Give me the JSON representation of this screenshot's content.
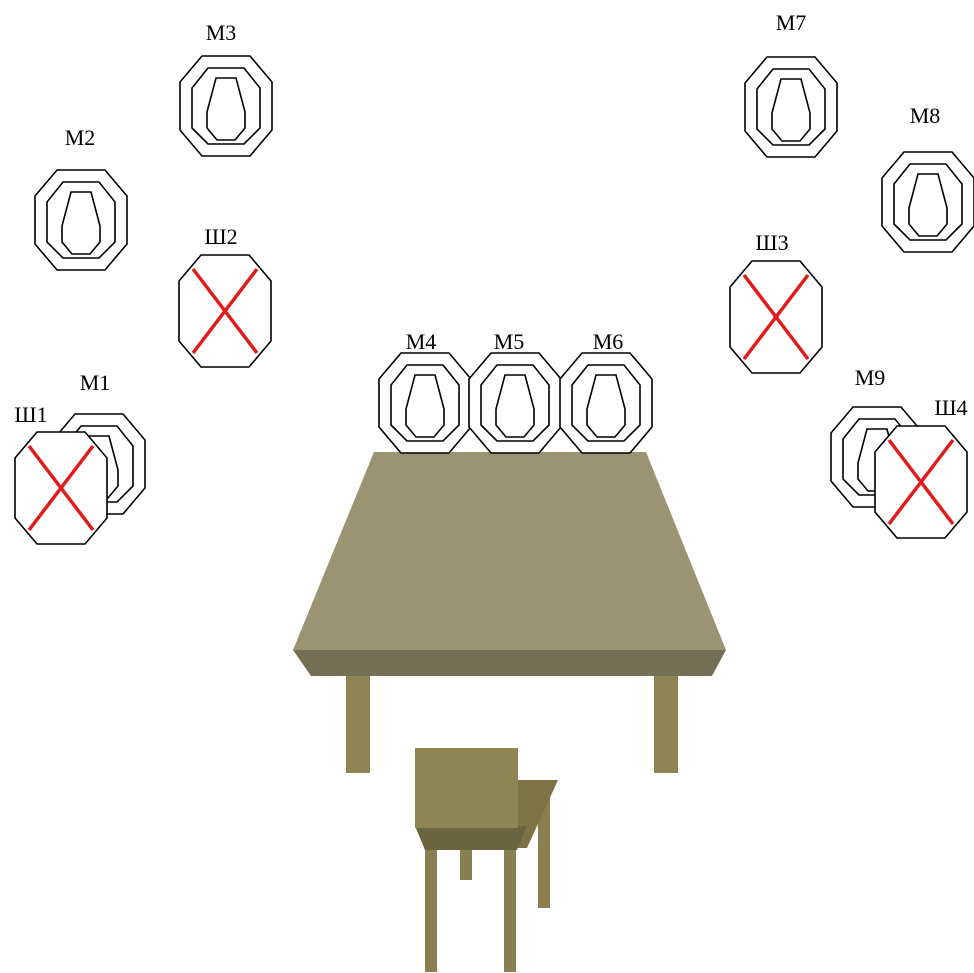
{
  "labels": {
    "m1": "М1",
    "m2": "М2",
    "m3": "М3",
    "m4": "М4",
    "m5": "М5",
    "m6": "М6",
    "m7": "М7",
    "m8": "М8",
    "m9": "М9",
    "sh1": "Ш1",
    "sh2": "Ш2",
    "sh3": "Ш3",
    "sh4": "Ш4"
  },
  "colors": {
    "table_top": "#9a9472",
    "table_front": "#737056",
    "table_legs": "#8f8453",
    "chair_back": "#8e8555",
    "chair_seat": "#6a6440",
    "chair_side": "#7d7347",
    "chair_legs": "#8a7f50",
    "no_shoot": "#e01b1b",
    "outline": "#000000"
  },
  "icons": {
    "shoot_target": "silhouette-target-icon",
    "no_shoot_target": "crossed-target-icon",
    "table": "table-icon",
    "chair": "chair-icon"
  }
}
